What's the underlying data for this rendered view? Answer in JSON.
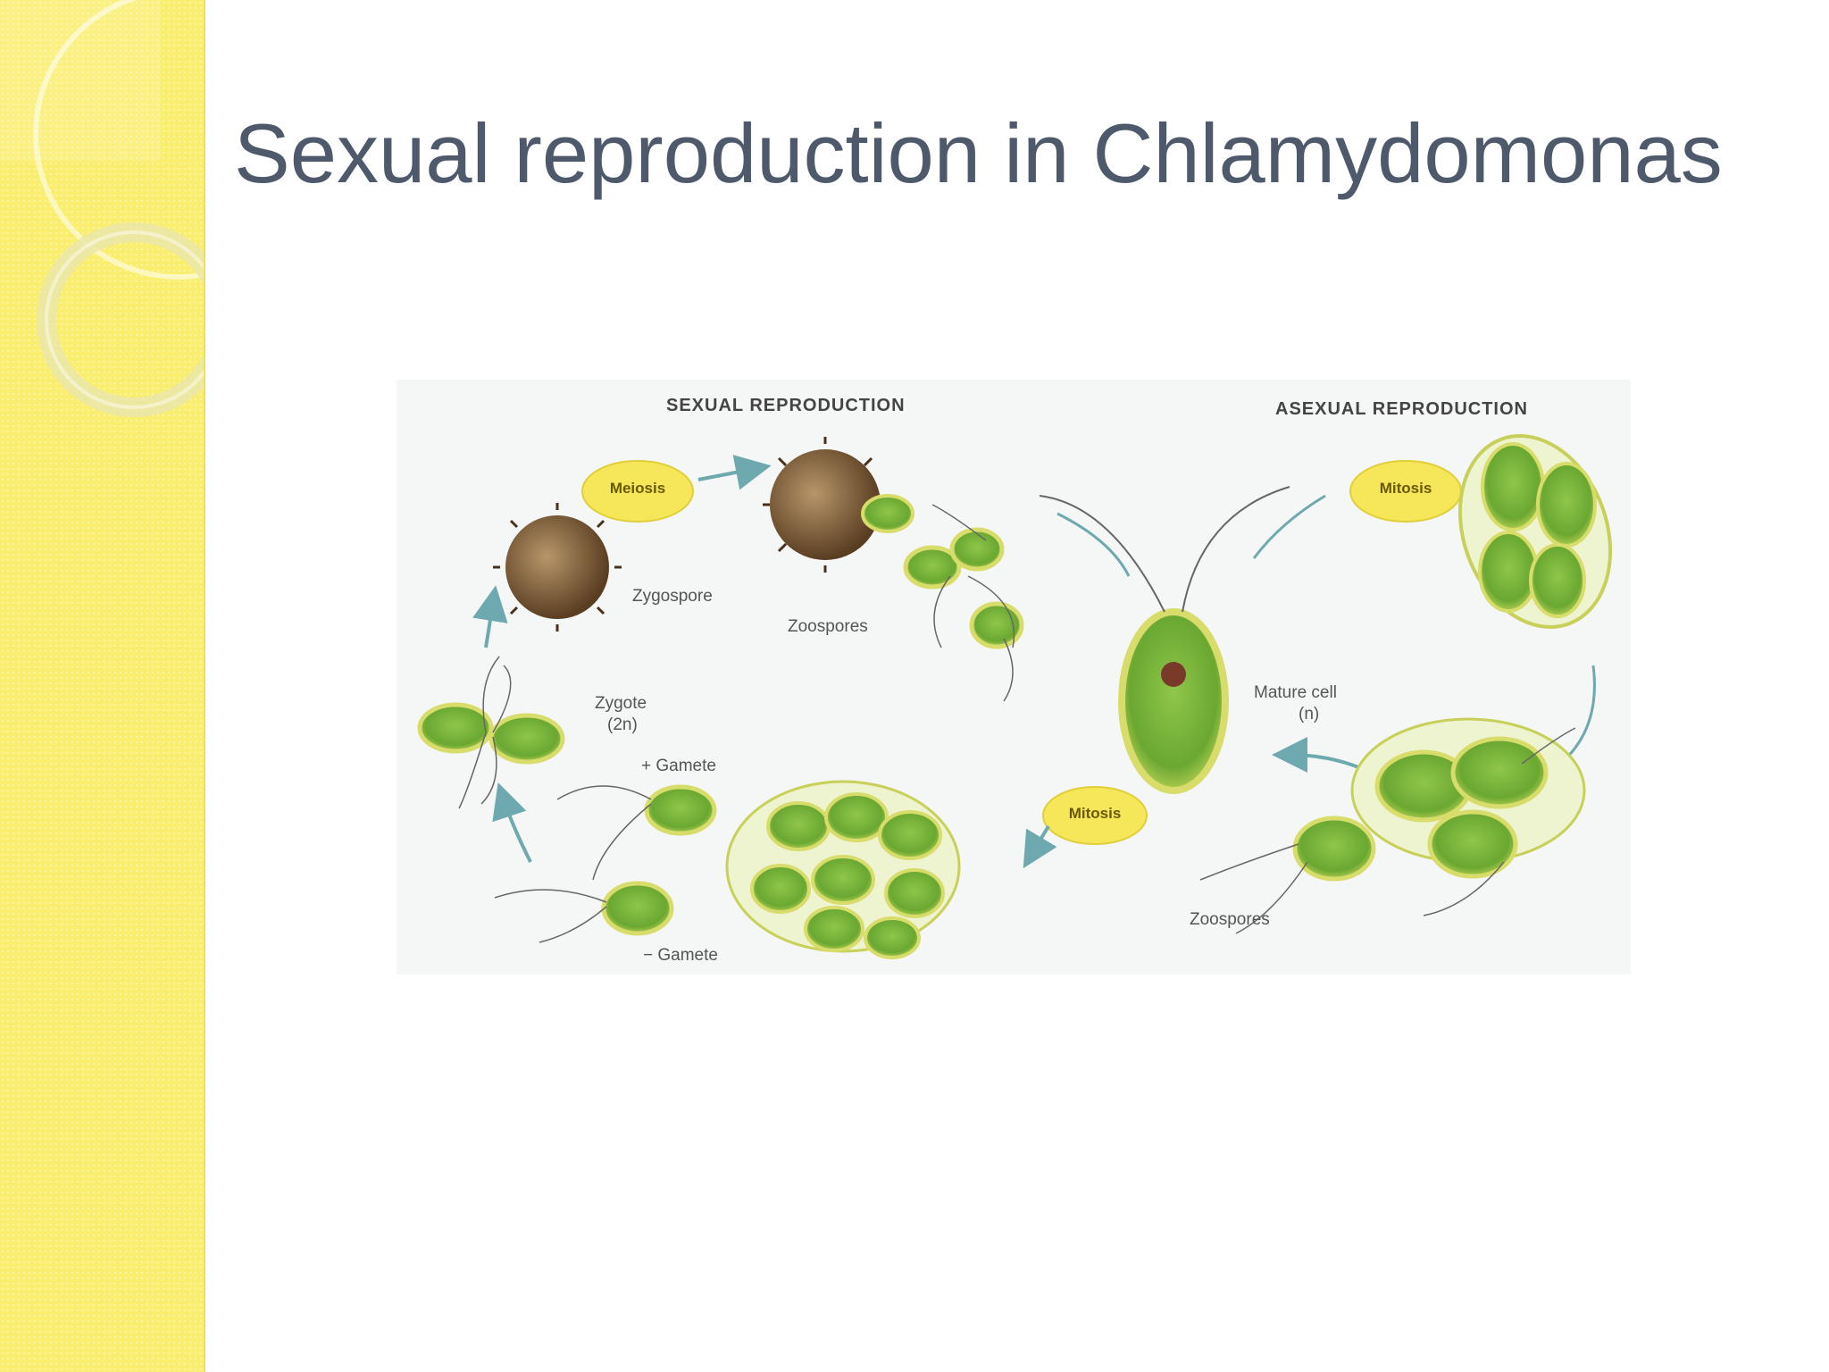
{
  "slide": {
    "title": "Sexual reproduction in  Chlamydomonas"
  },
  "diagram": {
    "sexual_header": "SEXUAL REPRODUCTION",
    "asexual_header": "ASEXUAL REPRODUCTION",
    "meiosis": "Meiosis",
    "mitosis_top": "Mitosis",
    "mitosis_bottom": "Mitosis",
    "zygospore": "Zygospore",
    "zoospores_top": "Zoospores",
    "zygote": "Zygote",
    "zygote_ploidy": "(2n)",
    "plus_gamete": "+ Gamete",
    "minus_gamete": "− Gamete",
    "mature_cell": "Mature cell",
    "mature_ploidy": "(n)",
    "zoospores_bottom": "Zoospores"
  },
  "colors": {
    "sidebar": "#f9ee6f",
    "title": "#4e5a6c",
    "cell_fill": "#7ab43a",
    "cell_rim": "#d8dc6a",
    "oval": "#f6e65a",
    "arrow": "#6fa9b0",
    "spore": "#8a6a40"
  }
}
